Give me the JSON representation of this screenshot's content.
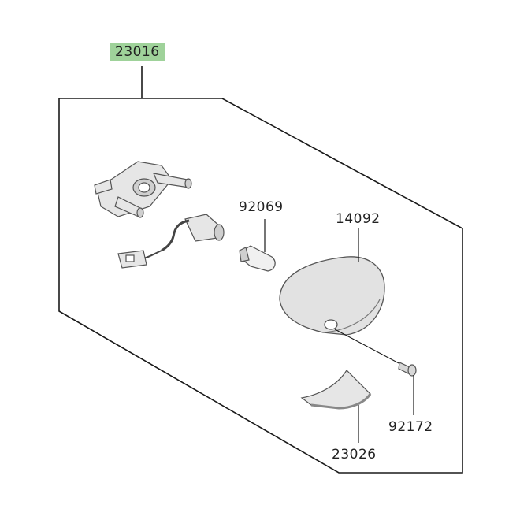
{
  "diagram": {
    "assembly_number": "23016",
    "parts": [
      {
        "number": "92069"
      },
      {
        "number": "14092"
      },
      {
        "number": "92172"
      },
      {
        "number": "23026"
      }
    ]
  },
  "colors": {
    "highlight": "#9fd29a",
    "line": "#1a1a1a",
    "part_fill": "#e6e6e6",
    "part_stroke": "#555555"
  }
}
